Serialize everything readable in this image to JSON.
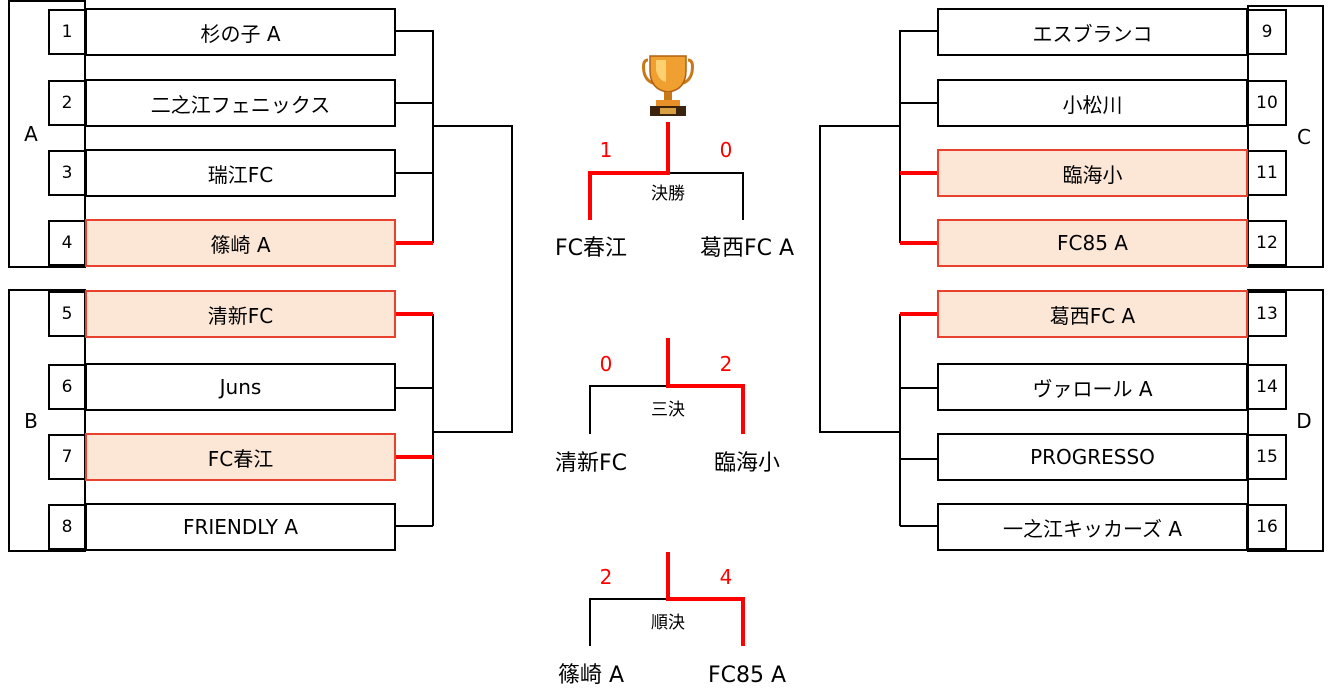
{
  "groups": [
    {
      "label": "A",
      "slots": [
        {
          "no": "1",
          "team": "杉の子 A",
          "winner": false
        },
        {
          "no": "2",
          "team": "二之江フェニックス",
          "winner": false
        },
        {
          "no": "3",
          "team": "瑞江FC",
          "winner": false
        },
        {
          "no": "4",
          "team": "篠崎 A",
          "winner": true
        }
      ]
    },
    {
      "label": "B",
      "slots": [
        {
          "no": "5",
          "team": "清新FC",
          "winner": true
        },
        {
          "no": "6",
          "team": "Juns",
          "winner": false
        },
        {
          "no": "7",
          "team": "FC春江",
          "winner": true
        },
        {
          "no": "8",
          "team": "FRIENDLY A",
          "winner": false
        }
      ]
    },
    {
      "label": "C",
      "slots": [
        {
          "no": "9",
          "team": "エスブランコ",
          "winner": false
        },
        {
          "no": "10",
          "team": "小松川",
          "winner": false
        },
        {
          "no": "11",
          "team": "臨海小",
          "winner": true
        },
        {
          "no": "12",
          "team": "FC85 A",
          "winner": true
        }
      ]
    },
    {
      "label": "D",
      "slots": [
        {
          "no": "13",
          "team": "葛西FC A",
          "winner": true
        },
        {
          "no": "14",
          "team": "ヴァロール A",
          "winner": false
        },
        {
          "no": "15",
          "team": "PROGRESSO",
          "winner": false
        },
        {
          "no": "16",
          "team": "一之江キッカーズ A",
          "winner": false
        }
      ]
    }
  ],
  "matches": [
    {
      "round": "決勝",
      "left_team": "FC春江",
      "right_team": "葛西FC A",
      "left_score": "1",
      "right_score": "0",
      "winner": "left"
    },
    {
      "round": "三決",
      "left_team": "清新FC",
      "right_team": "臨海小",
      "left_score": "0",
      "right_score": "2",
      "winner": "right"
    },
    {
      "round": "順決",
      "left_team": "篠崎 A",
      "right_team": "FC85 A",
      "left_score": "2",
      "right_score": "4",
      "winner": "right"
    }
  ],
  "trophy": "trophy-icon",
  "colors": {
    "winner_line": "#ff0000",
    "winner_border": "#e8412e",
    "winner_fill": "#fce6d6",
    "line": "#000000"
  }
}
